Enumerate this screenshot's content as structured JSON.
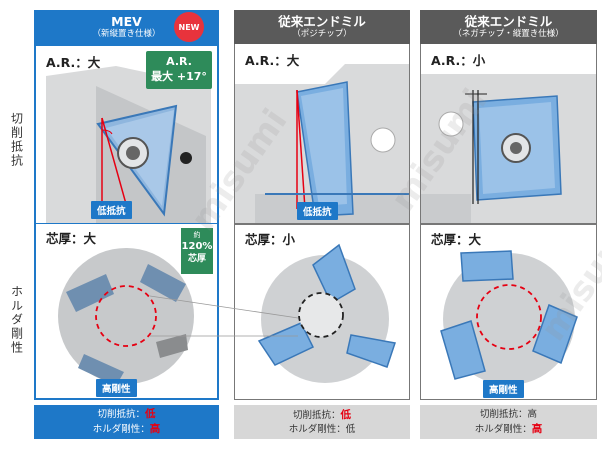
{
  "row_labels": {
    "cutting_resistance": "切削抵抗",
    "holder_rigidity": "ホルダ剛性"
  },
  "columns": [
    {
      "title": "MEV",
      "subtitle": "（新縦置き仕様）",
      "badge": "NEW",
      "ar_label": "A.R.：大",
      "ar_callout_line1": "A.R.",
      "ar_callout_line2": "最大 +17°",
      "top_tag": "低抵抗",
      "core_label": "芯厚：大",
      "core_callout_line1": "約",
      "core_callout_line2": "120%",
      "core_callout_line3": "芯厚",
      "bottom_tag": "高剛性",
      "footer_resistance_label": "切削抵抗：",
      "footer_resistance_value": "低",
      "footer_rigidity_label": "ホルダ剛性：",
      "footer_rigidity_value": "高"
    },
    {
      "title": "従来エンドミル",
      "subtitle": "（ポジチップ）",
      "ar_label": "A.R.：大",
      "top_tag": "低抵抗",
      "core_label": "芯厚：小",
      "footer_resistance_label": "切削抵抗：",
      "footer_resistance_value": "低",
      "footer_rigidity_label": "ホルダ剛性：",
      "footer_rigidity_value": "低"
    },
    {
      "title": "従来エンドミル",
      "subtitle": "（ネガチップ・縦置き仕様）",
      "ar_label": "A.R.：小",
      "core_label": "芯厚：大",
      "bottom_tag": "高剛性",
      "footer_resistance_label": "切削抵抗：",
      "footer_resistance_value": "高",
      "footer_rigidity_label": "ホルダ剛性：",
      "footer_rigidity_value": "高"
    }
  ],
  "watermark": "misumi",
  "colors": {
    "mev_blue": "#1e78c8",
    "conventional_gray": "#5a5a5a",
    "highlight_red": "#e60012",
    "insert_blue": "#7aaee0"
  }
}
